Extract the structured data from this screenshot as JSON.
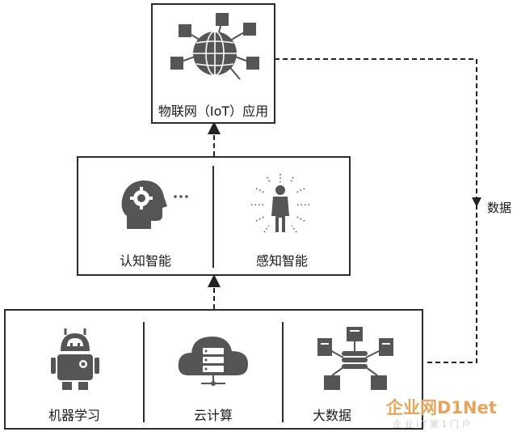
{
  "top": {
    "label": "物联网（IoT）应用",
    "icon": "globe-network-icon"
  },
  "middle": {
    "left": {
      "label": "认知智能",
      "icon": "head-gear-icon"
    },
    "right": {
      "label": "感知智能",
      "icon": "person-sensing-icon"
    }
  },
  "bottom": {
    "items": [
      {
        "label": "机器学习",
        "icon": "robot-icon"
      },
      {
        "label": "云计算",
        "icon": "cloud-server-icon"
      },
      {
        "label": "大数据",
        "icon": "data-network-icon"
      }
    ]
  },
  "edge": {
    "label": "数据"
  },
  "watermark": {
    "brand": "企业网D1Net",
    "sub": "企 业 I T 第 1 门 户"
  },
  "colors": {
    "icon": "#555555",
    "line": "#2b2b2b",
    "watermark": "#e8a45a"
  }
}
